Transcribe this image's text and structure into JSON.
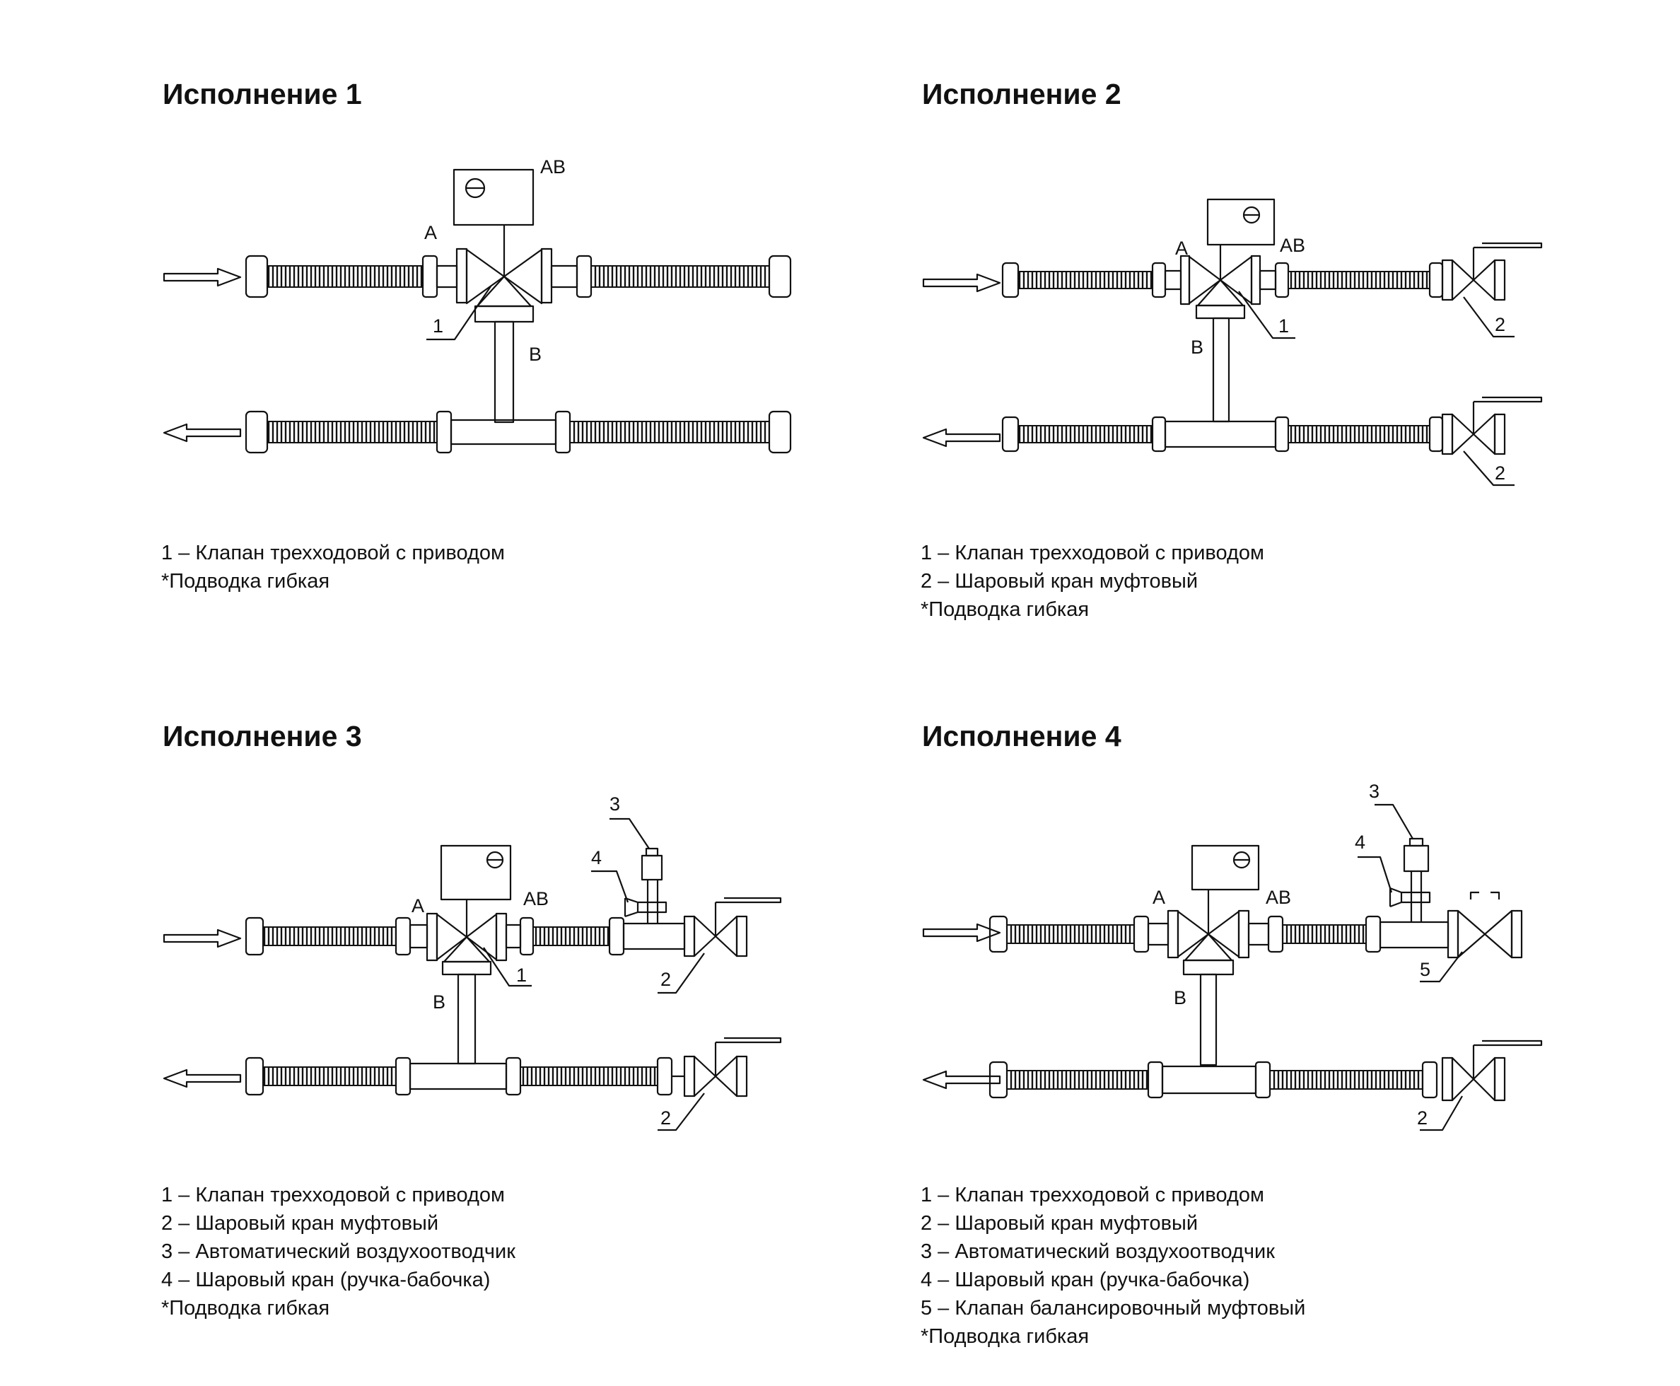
{
  "variants": [
    {
      "title": "Исполнение 1",
      "labels": {
        "A": "А",
        "AB": "АВ",
        "B": "В",
        "n1": "1"
      },
      "legend": [
        "1 – Клапан трехходовой с приводом",
        "*Подводка гибкая"
      ]
    },
    {
      "title": "Исполнение 2",
      "labels": {
        "A": "А",
        "AB": "АВ",
        "B": "В",
        "n1": "1",
        "n2a": "2",
        "n2b": "2"
      },
      "legend": [
        "1 – Клапан трехходовой с приводом",
        "2 – Шаровый кран муфтовый",
        "*Подводка гибкая"
      ]
    },
    {
      "title": "Исполнение 3",
      "labels": {
        "A": "А",
        "AB": "АВ",
        "B": "В",
        "n1": "1",
        "n2a": "2",
        "n2b": "2",
        "n3": "3",
        "n4": "4"
      },
      "legend": [
        "1 – Клапан трехходовой с приводом",
        "2 – Шаровый кран муфтовый",
        "3 – Автоматический воздухоотводчик",
        "4 – Шаровый кран (ручка-бабочка)",
        "*Подводка гибкая"
      ]
    },
    {
      "title": "Исполнение 4",
      "labels": {
        "A": "А",
        "AB": "АВ",
        "B": "В",
        "n2": "2",
        "n3": "3",
        "n4": "4",
        "n5": "5"
      },
      "legend": [
        "1 – Клапан трехходовой с приводом",
        "2 – Шаровый кран муфтовый",
        "3 – Автоматический воздухоотводчик",
        "4 – Шаровый кран (ручка-бабочка)",
        "5 – Клапан балансировочный муфтовый",
        "*Подводка гибкая"
      ]
    }
  ]
}
